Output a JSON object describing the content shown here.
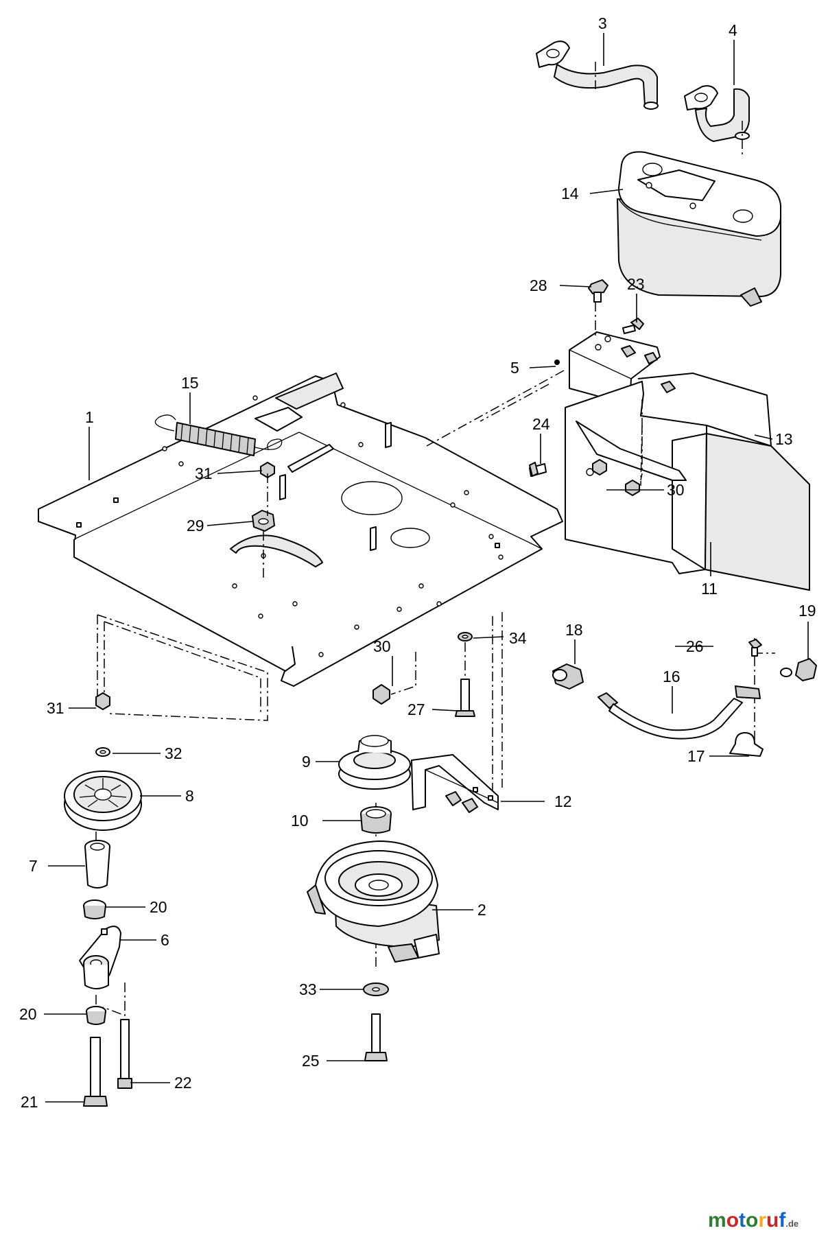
{
  "diagram": {
    "callouts": [
      "1",
      "2",
      "3",
      "4",
      "5",
      "6",
      "7",
      "8",
      "9",
      "10",
      "11",
      "12",
      "13",
      "14",
      "15",
      "16",
      "17",
      "18",
      "19",
      "20",
      "20",
      "21",
      "22",
      "23",
      "24",
      "25",
      "26",
      "27",
      "28",
      "29",
      "30",
      "30",
      "31",
      "31",
      "32",
      "33",
      "34"
    ]
  },
  "watermark": {
    "brand": "motoruf",
    "suffix": ".de",
    "letter_colors": [
      "#2e7d32",
      "#c62828",
      "#1565c0",
      "#2e7d32",
      "#f9a825",
      "#c62828",
      "#1565c0"
    ]
  }
}
